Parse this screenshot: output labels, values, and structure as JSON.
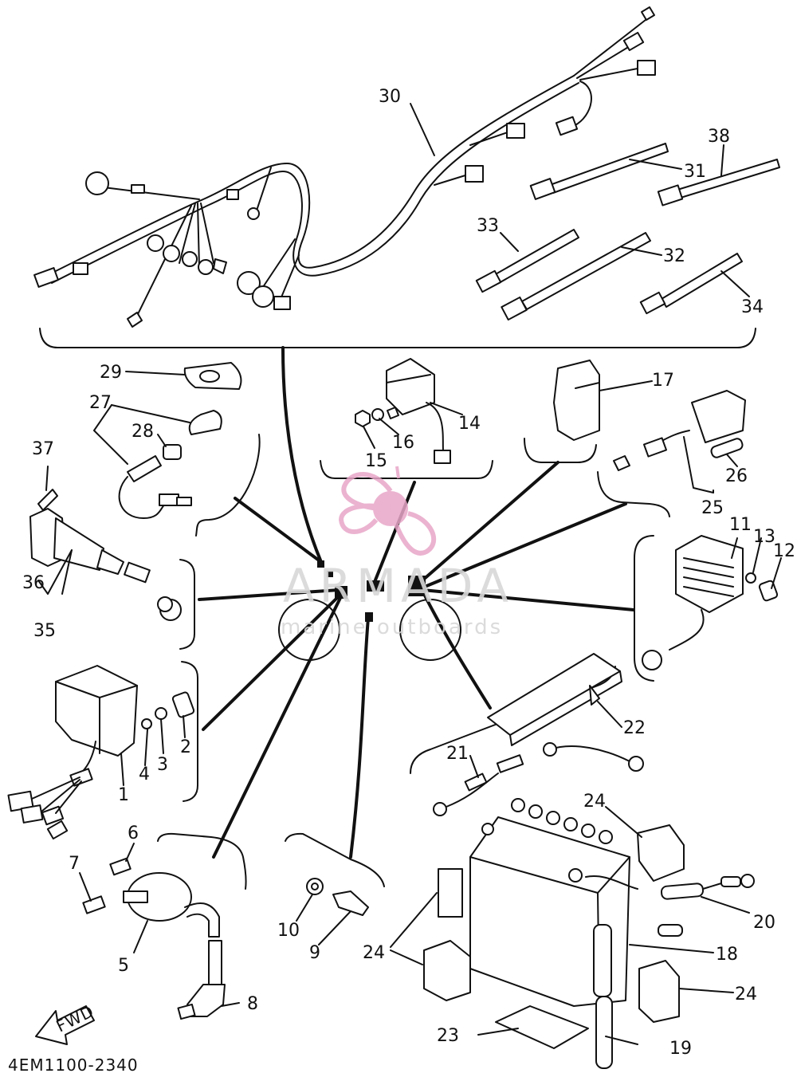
{
  "diagram": {
    "reference_code": "4EM1100-2340",
    "direction_label": "FWD",
    "part_numbers": [
      "1",
      "2",
      "3",
      "4",
      "5",
      "6",
      "7",
      "8",
      "9",
      "10",
      "11",
      "12",
      "13",
      "14",
      "15",
      "16",
      "17",
      "18",
      "19",
      "20",
      "21",
      "22",
      "23",
      "24",
      "25",
      "26",
      "27",
      "28",
      "29",
      "30",
      "31",
      "32",
      "33",
      "34",
      "35",
      "36",
      "37",
      "38"
    ]
  },
  "watermark": {
    "brand": "ARMADA",
    "tagline": "marine outboards"
  },
  "colors": {
    "ink": "#111111",
    "background": "#ffffff",
    "watermark_pink": "#e8a6c8",
    "watermark_gray": "#d8d8d8"
  }
}
